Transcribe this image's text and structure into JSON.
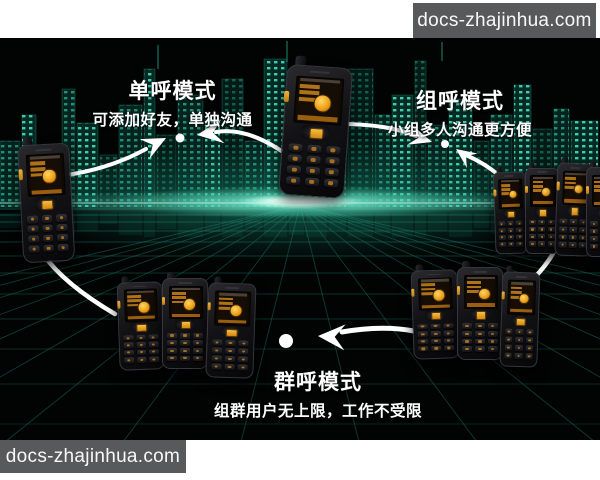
{
  "watermark": {
    "text": "docs-zhajinhua.com"
  },
  "modes": {
    "single_call": {
      "title": "单呼模式",
      "subtitle": "可添加好友，单独沟通"
    },
    "group_call": {
      "title": "组呼模式",
      "subtitle": "小组多人沟通更方便"
    },
    "mass_call": {
      "title": "群呼模式",
      "subtitle": "组群用户无上限，工作不受限"
    }
  },
  "nodes": [
    {
      "id": "top-phone",
      "device": "rugged-ptt-handset",
      "count": 1
    },
    {
      "id": "left-phone",
      "device": "rugged-ptt-handset",
      "count": 1
    },
    {
      "id": "right-group",
      "device": "rugged-ptt-handset",
      "count": 4
    },
    {
      "id": "bottom-left-group",
      "device": "rugged-ptt-handset",
      "count": 3
    },
    {
      "id": "bottom-right-group",
      "device": "rugged-ptt-handset",
      "count": 3
    }
  ],
  "glyphs": {
    "connection_dot": "●",
    "arrow": "➤"
  },
  "colors": {
    "background": "#000000",
    "skyline_teal": "#2fc3a4",
    "grid_teal": "#1c7466",
    "glow_core": "#ffffff",
    "glow_cyan": "#8bf3da",
    "arrow": "#ffffff",
    "phone_accent_orange": "#e89a12",
    "watermark_bg": "#58595b",
    "watermark_text": "#f8f8f8",
    "label_text": "#ffffff"
  }
}
